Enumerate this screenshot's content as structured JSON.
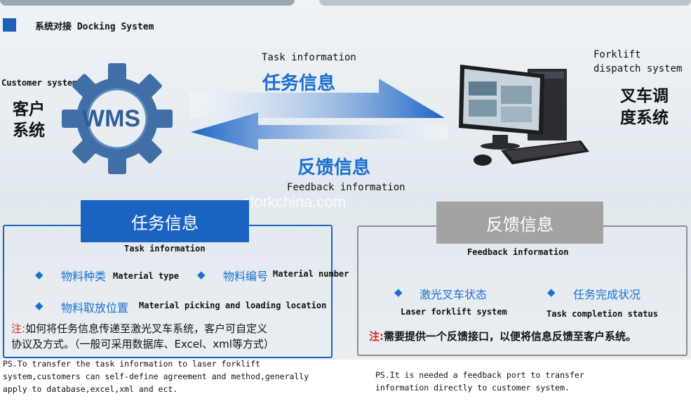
{
  "header": {
    "title": "系统对接 Docking System"
  },
  "customer": {
    "label_en": "Customer system",
    "label_cn_line1": "客户",
    "label_cn_line2": "系统",
    "gear_text": "WMS"
  },
  "forklift": {
    "label_en_line1": "Forklift",
    "label_en_line2": "dispatch system",
    "label_cn_line1": "叉车调",
    "label_cn_line2": "度系统"
  },
  "arrows": {
    "task_en": "Task information",
    "task_cn": "任务信息",
    "feedback_cn": "反馈信息",
    "feedback_en": "Feedback information"
  },
  "watermark": "eforkchina.com",
  "task_box": {
    "header": "任务信息",
    "subtitle": "Task information",
    "items": [
      {
        "cn": "物料种类",
        "en": "Material type"
      },
      {
        "cn": "物料编号",
        "en": "Material number"
      },
      {
        "cn": "物料取放位置",
        "en": "Material picking and loading location"
      }
    ],
    "note_prefix": "注:",
    "note_line1": "如何将任务信息传递至激光叉车系统，客户可自定义",
    "note_line2": "协议及方式。（一般可采用数据库、Excel、xml等方式）"
  },
  "feedback_box": {
    "header": "反馈信息",
    "subtitle": "Feedback information",
    "items": [
      {
        "cn": "激光叉车状态",
        "en": "Laser forklift system"
      },
      {
        "cn": "任务完成状况",
        "en": "Task completion status"
      }
    ],
    "note_prefix": "注:",
    "note_text": "需要提供一个反馈接口，以便将信息反馈至客户系统。"
  },
  "ps": {
    "left_line1": "PS.To transfer the task information to laser forklift",
    "left_line2": "system,customers can self-define agreement and method,generally",
    "left_line3": "apply to database,excel,xml and ect.",
    "right_line1": "PS.It is needed a feedback port to transfer",
    "right_line2": "information directly to customer system."
  },
  "colors": {
    "accent_blue": "#1a6fd0",
    "header_blue": "#1b63c0",
    "header_gray": "#a3a3a3",
    "note_red": "#e0231d",
    "gear_blue": "#3f6fa6"
  }
}
